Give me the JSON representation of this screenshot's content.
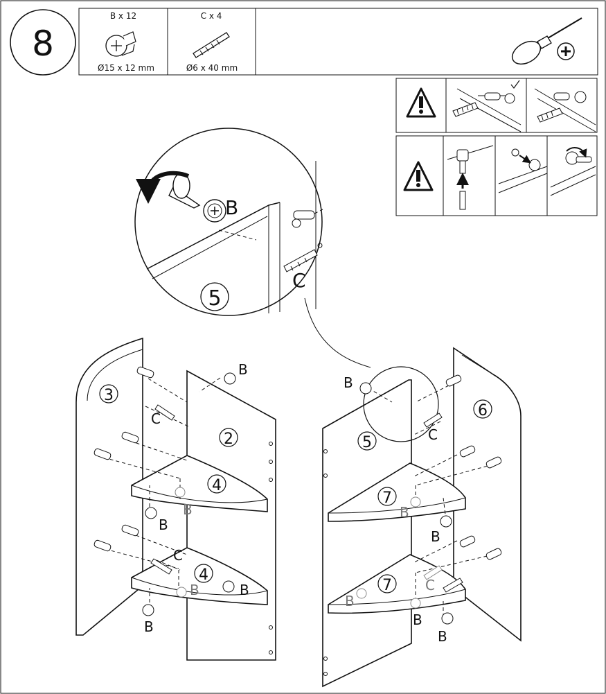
{
  "step": {
    "number": "8"
  },
  "parts": [
    {
      "qty": "B x 12",
      "size": "Ø15 x 12 mm",
      "icon": "cam-lock-icon"
    },
    {
      "qty": "C x 4",
      "size": "Ø6 x 40 mm",
      "icon": "wooden-dowel-icon"
    }
  ],
  "tool": {
    "icon": "phillips-screwdriver-icon"
  },
  "warnings": {
    "icon": "warning-triangle-icon",
    "check_icon": "checkmark-icon"
  },
  "callouts": {
    "cam": "B",
    "dowel": "C",
    "detail_panel": "5",
    "panel_2": "2",
    "panel_3": "3",
    "panel_4": "4",
    "panel_5": "5",
    "panel_6": "6",
    "panel_7": "7"
  }
}
